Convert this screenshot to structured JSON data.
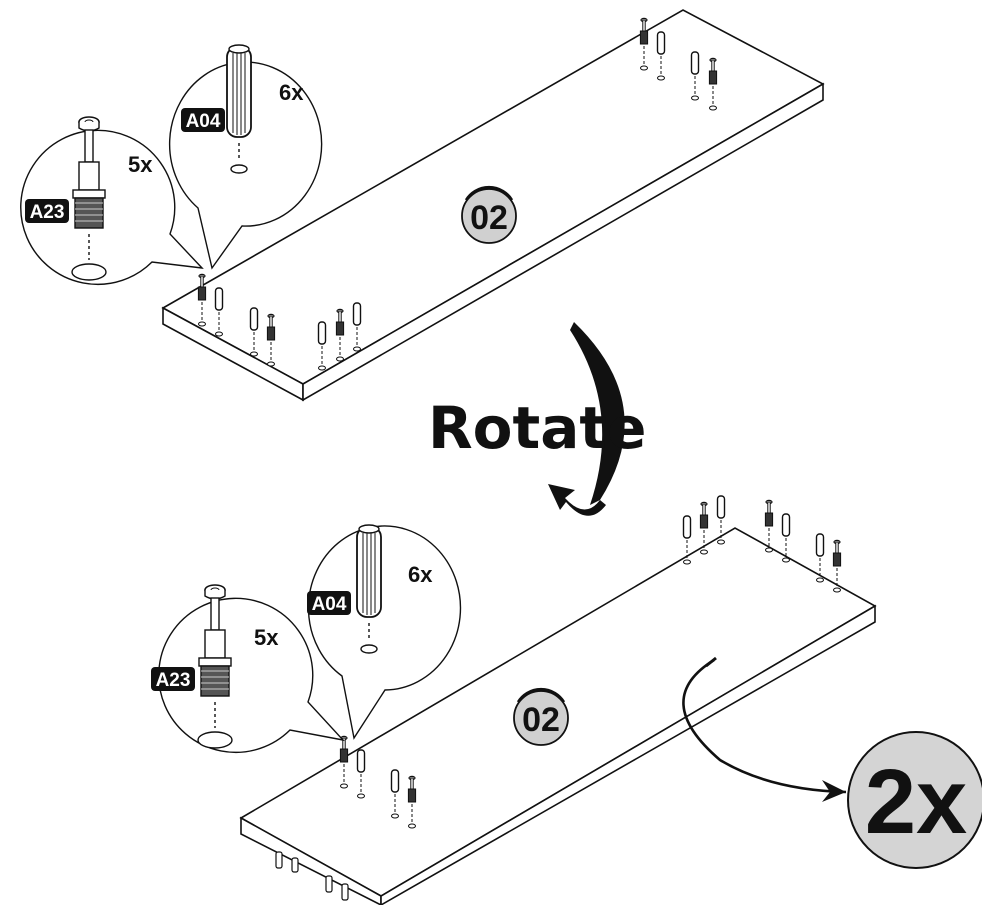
{
  "step_top": {
    "panel_number": "02",
    "callout_dowel": {
      "part": "A04",
      "qty": "6x"
    },
    "callout_cam": {
      "part": "A23",
      "qty": "5x"
    }
  },
  "rotate_label": "Rotate",
  "step_bottom": {
    "panel_number": "02",
    "callout_dowel": {
      "part": "A04",
      "qty": "6x"
    },
    "callout_cam": {
      "part": "A23",
      "qty": "5x"
    }
  },
  "multiplier": "2x",
  "colors": {
    "ink": "#111111",
    "badge_fill": "#d0d0d0",
    "multiplier_fill": "#d4d4d4"
  }
}
